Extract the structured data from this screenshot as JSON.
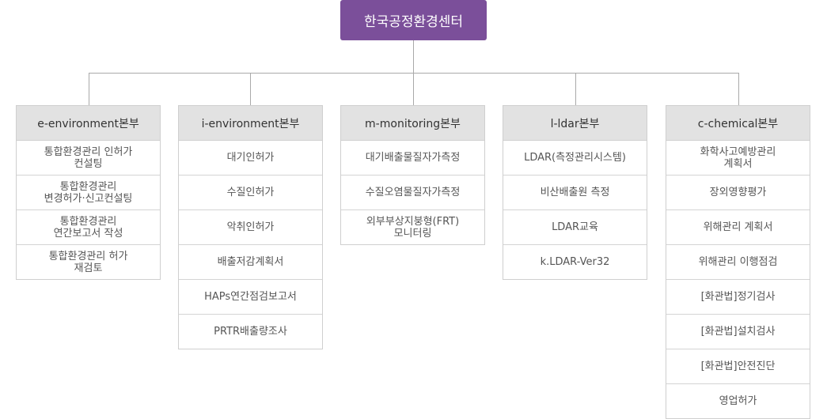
{
  "root": {
    "label": "한국공정환경센터"
  },
  "divisions": [
    {
      "title": "e-environment본부",
      "items": [
        "통합환경관리 인허가\n컨설팅",
        "통합환경관리\n변경허가·신고컨설팅",
        "통합환경관리\n연간보고서 작성",
        "통합환경관리 허가\n재검토"
      ]
    },
    {
      "title": "i-environment본부",
      "items": [
        "대기인허가",
        "수질인허가",
        "악취인허가",
        "배출저감계획서",
        "HAPs연간점검보고서",
        "PRTR배출량조사"
      ]
    },
    {
      "title": "m-monitoring본부",
      "items": [
        "대기배출물질자가측정",
        "수질오염물질자가측정",
        "외부부상지붕형(FRT)\n모니터링"
      ]
    },
    {
      "title": "l-ldar본부",
      "items": [
        "LDAR(측정관리시스템)",
        "비산배출원 측정",
        "LDAR교육",
        "k.LDAR-Ver32"
      ]
    },
    {
      "title": "c-chemical본부",
      "items": [
        "화학사고예방관리\n계획서",
        "장외영향평가",
        "위해관리 계획서",
        "위해관리 이행점검",
        "[화관법]정기검사",
        "[화관법]설치검사",
        "[화관법]안전진단",
        "영업허가"
      ]
    }
  ]
}
